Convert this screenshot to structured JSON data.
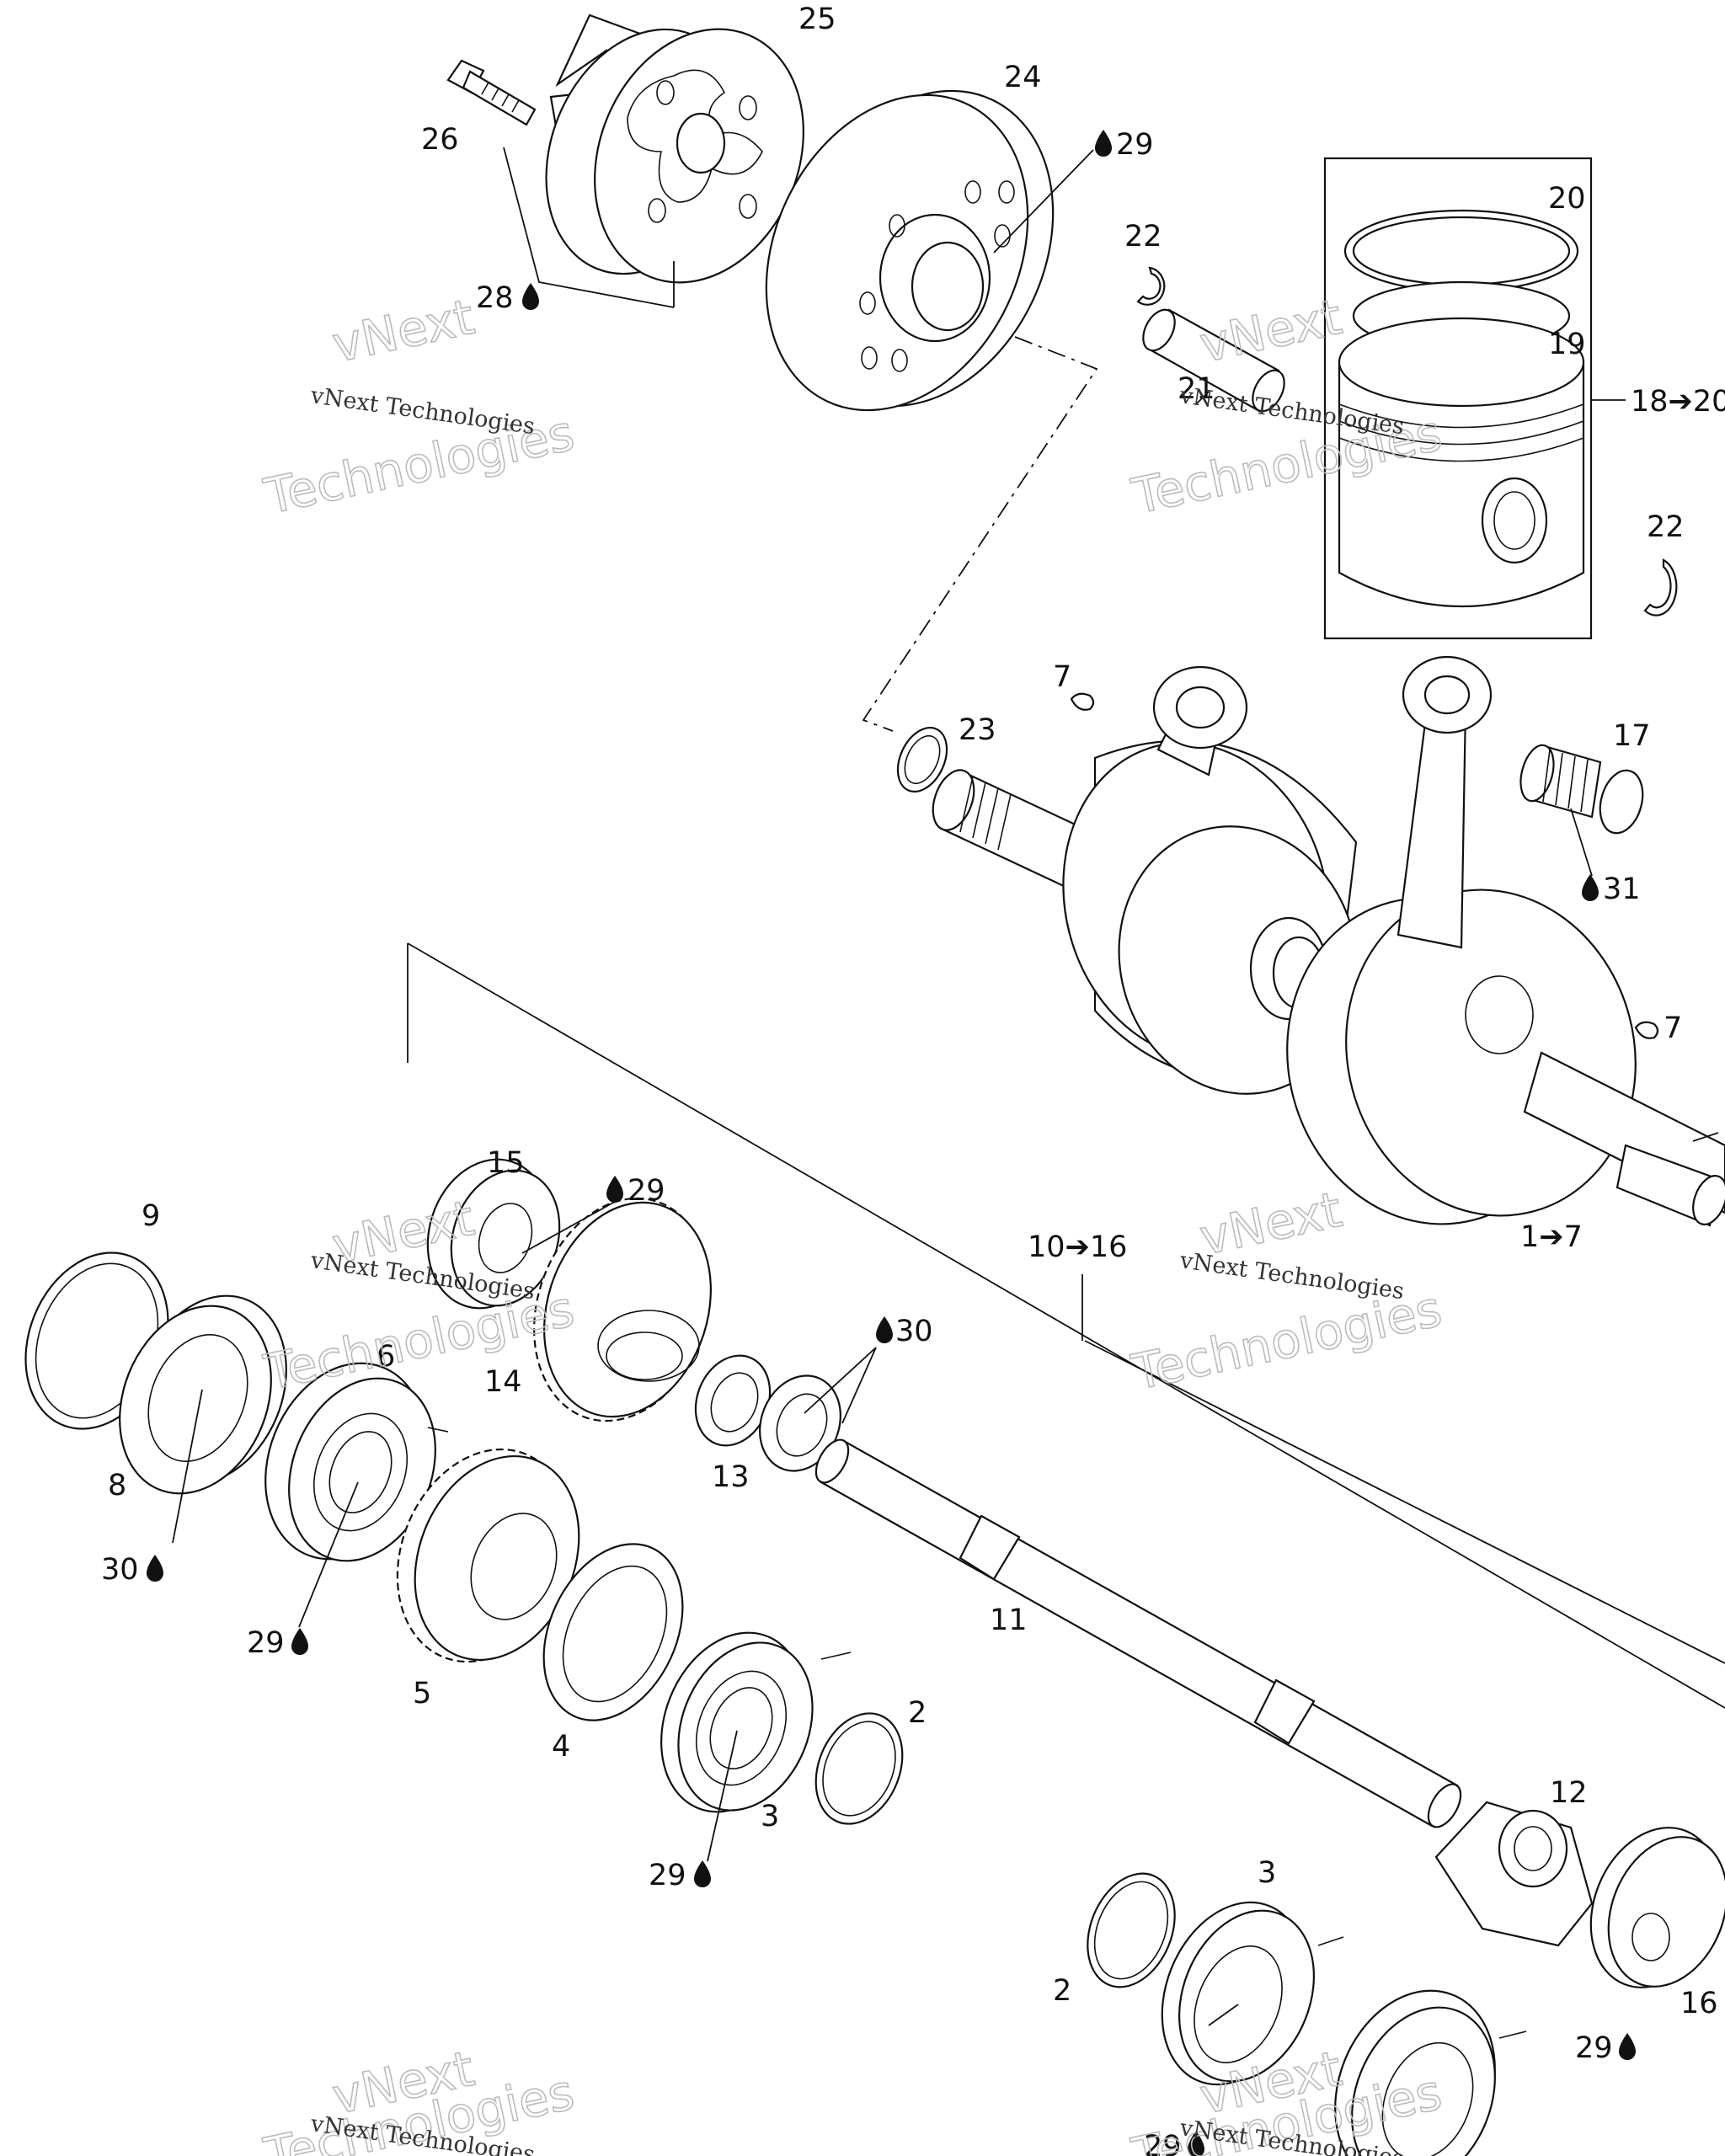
{
  "callouts": [
    "25",
    "24",
    "29",
    "26",
    "28",
    "22",
    "20",
    "19",
    "21",
    "18",
    "20",
    "22",
    "7",
    "23",
    "17",
    "31",
    "7",
    "1",
    "7",
    "15",
    "29",
    "9",
    "14",
    "30",
    "6",
    "8",
    "13",
    "30",
    "10",
    "16",
    "11",
    "29",
    "5",
    "4",
    "2",
    "3",
    "29",
    "12",
    "3",
    "2",
    "16",
    "29",
    "29"
  ],
  "watermark": {
    "small": "vNext Technologies",
    "big_top": "vNext",
    "big_bottom": "Technologies"
  }
}
